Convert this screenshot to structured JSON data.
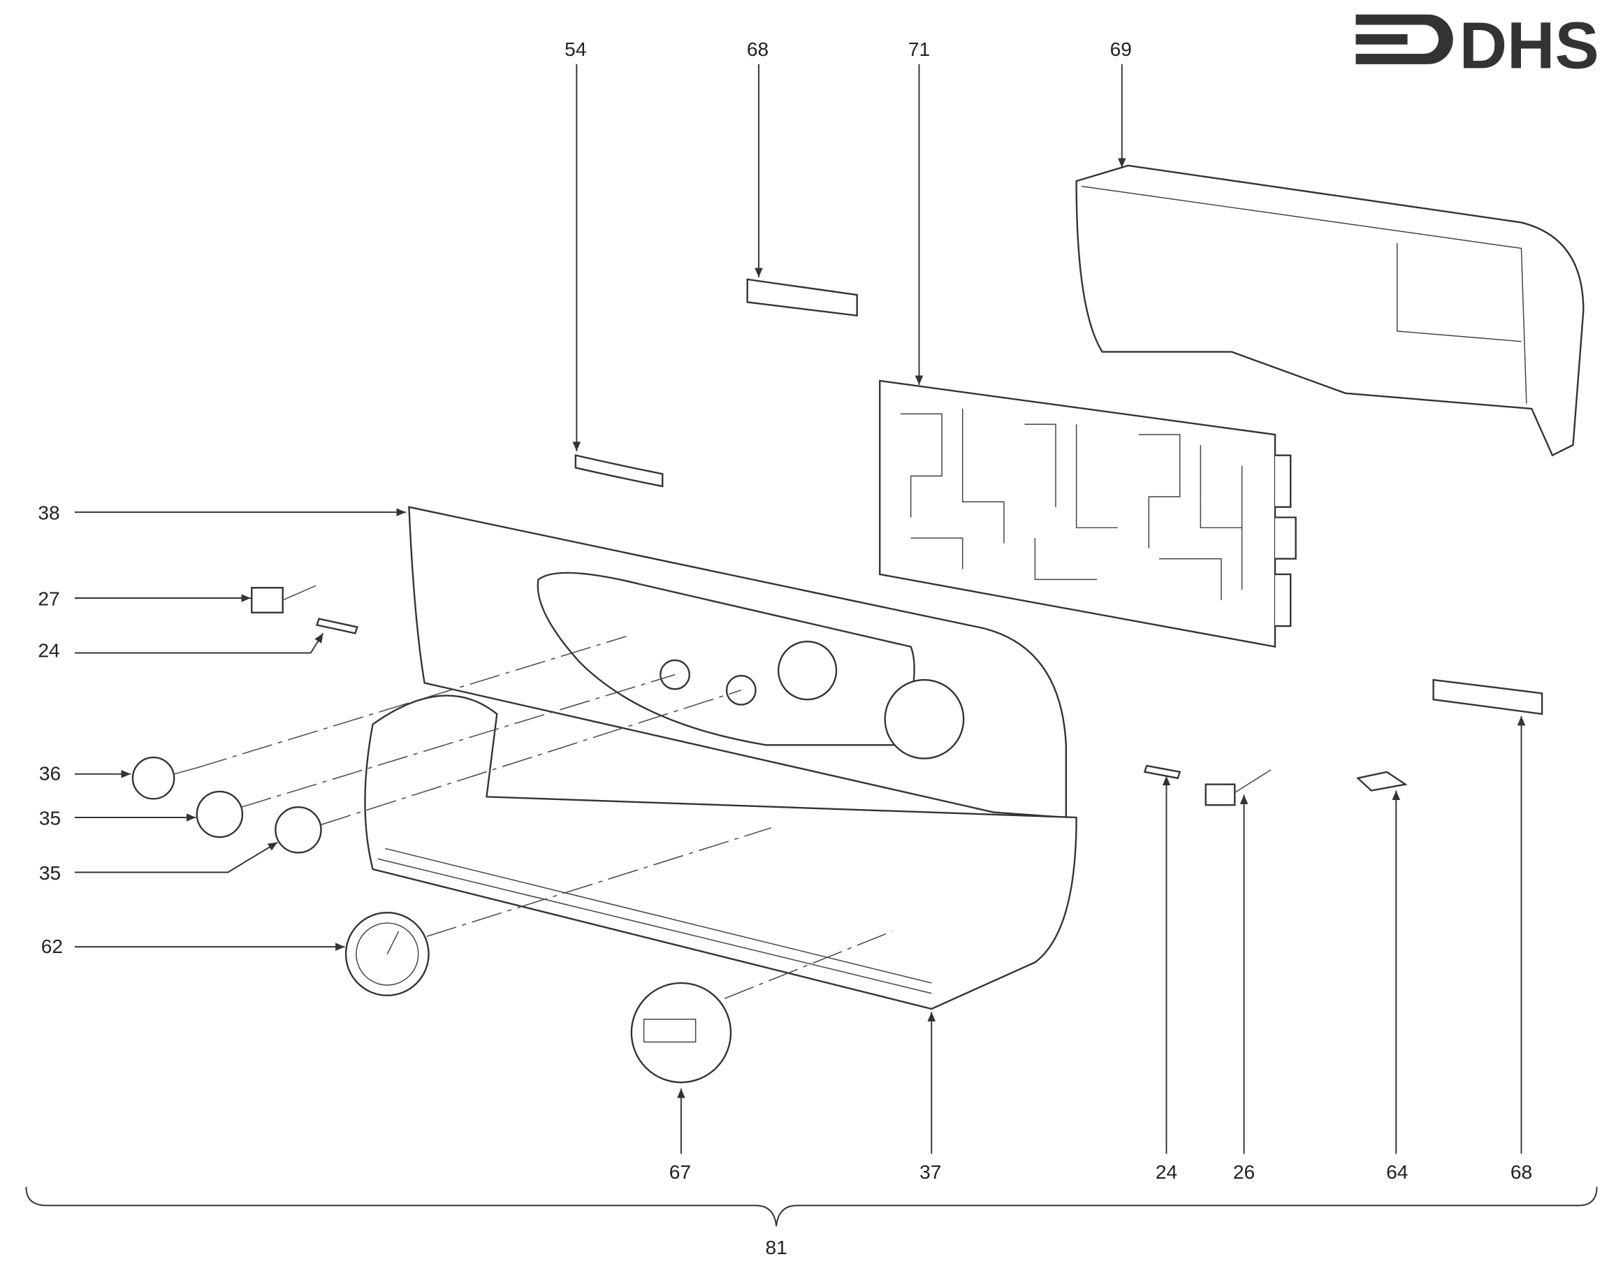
{
  "logo": {
    "text": "DHS",
    "color": "#333333"
  },
  "callouts": {
    "top": [
      "54",
      "68",
      "71",
      "69"
    ],
    "left": [
      "38",
      "27",
      "24",
      "36",
      "35",
      "35",
      "62"
    ],
    "bottom": [
      "67",
      "37",
      "24",
      "26",
      "64",
      "68"
    ],
    "assembly": "81"
  }
}
